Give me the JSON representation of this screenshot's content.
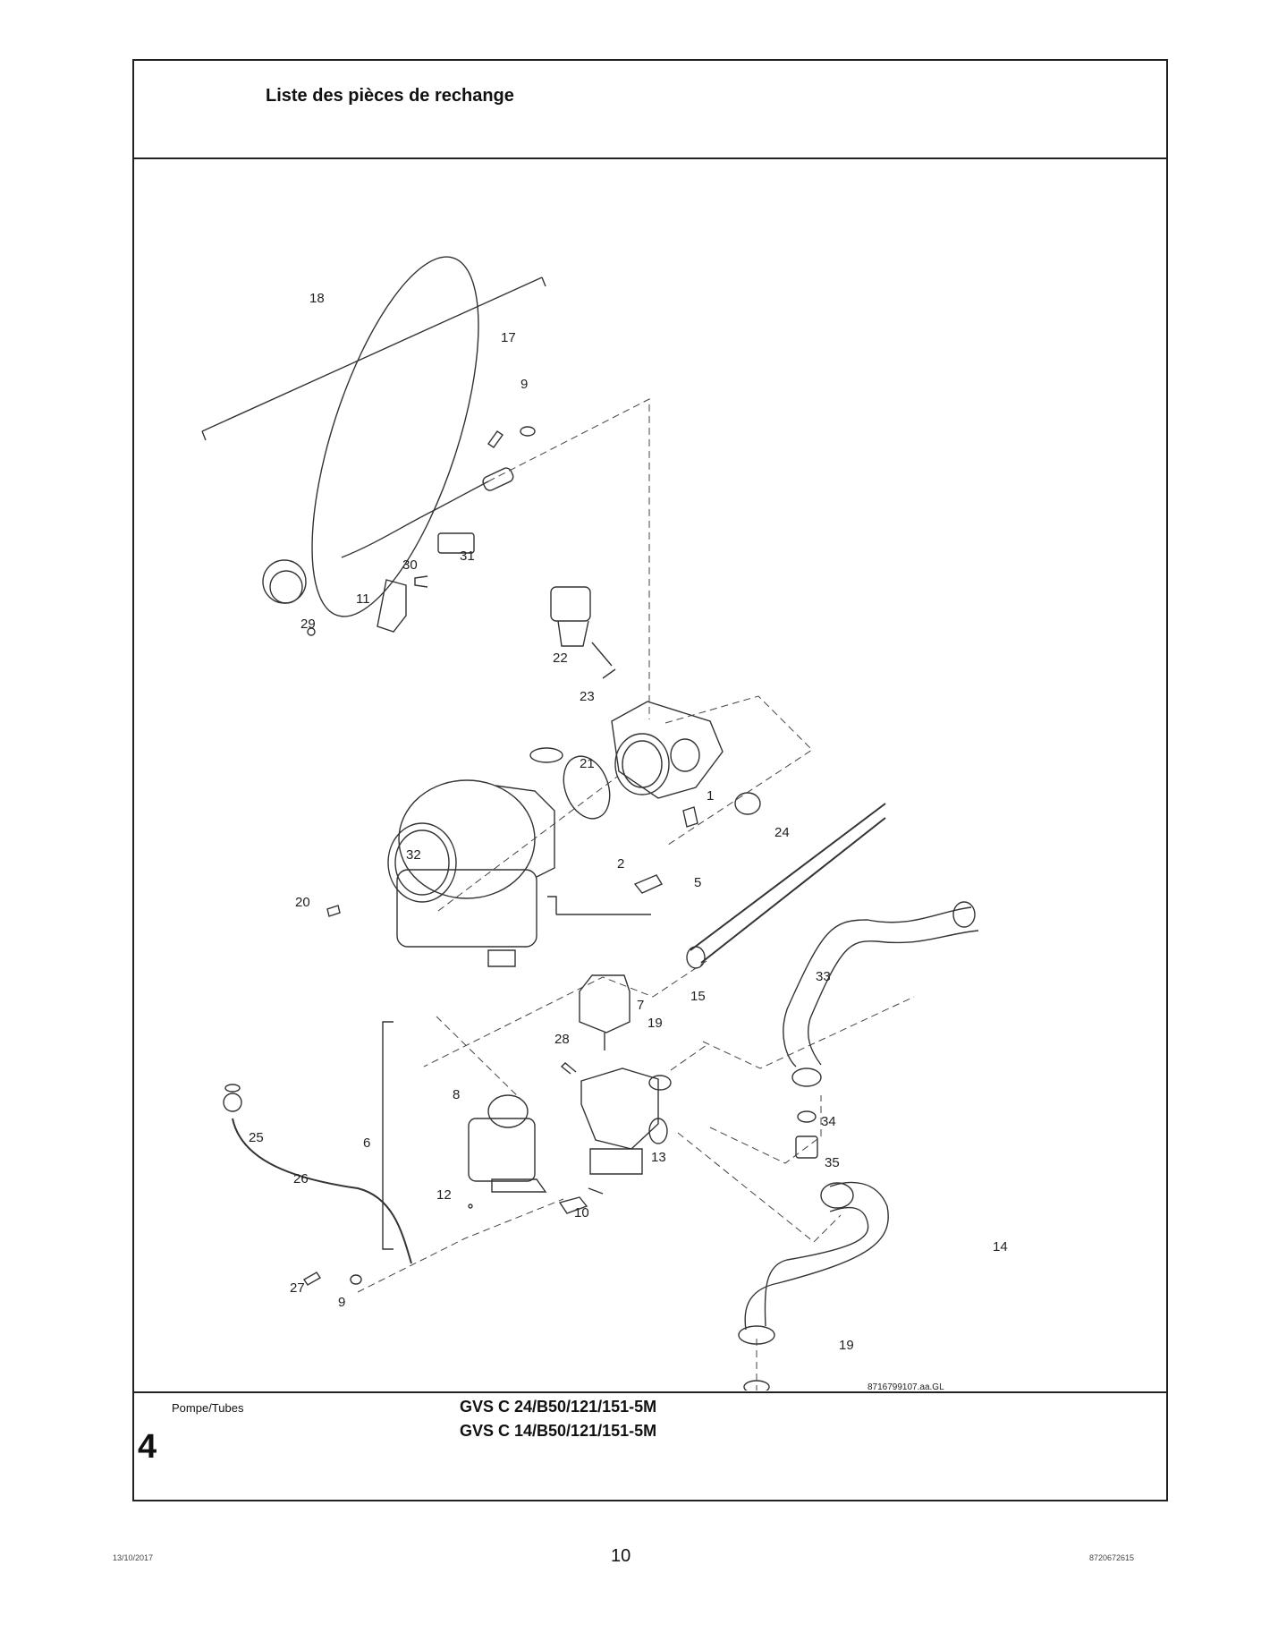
{
  "header": {
    "title": "Liste des pièces de rechange"
  },
  "drawing": {
    "reference": "8716799107.aa.GL",
    "callouts": [
      "18",
      "17",
      "9",
      "30",
      "31",
      "11",
      "29",
      "22",
      "23",
      "21",
      "1",
      "24",
      "32",
      "2",
      "5",
      "20",
      "33",
      "15",
      "7",
      "19",
      "28",
      "8",
      "6",
      "25",
      "26",
      "12",
      "10",
      "34",
      "35",
      "27",
      "9",
      "14",
      "13",
      "19"
    ]
  },
  "section": {
    "name": "Pompe/Tubes",
    "number": "4"
  },
  "models": [
    "GVS C 24/B50/121/151-5M",
    "GVS C 14/B50/121/151-5M"
  ],
  "footer": {
    "date": "13/10/2017",
    "page": "10",
    "doc_code": "8720672615"
  }
}
